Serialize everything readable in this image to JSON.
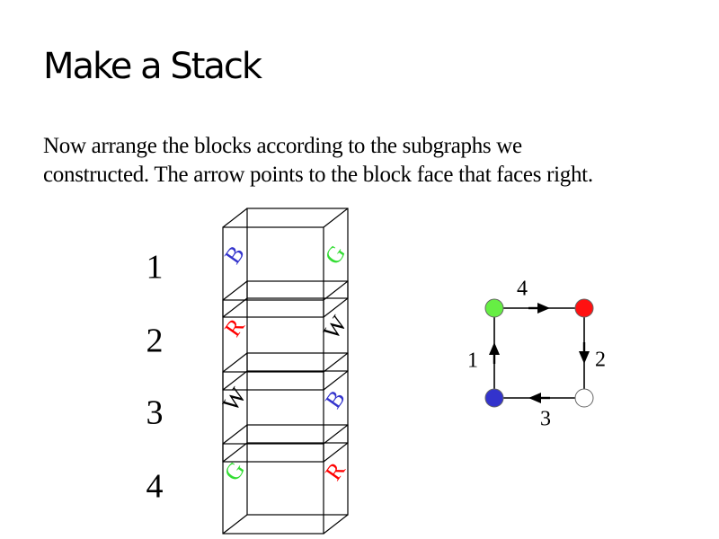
{
  "slide": {
    "title": "Make a Stack",
    "body_lines": [
      "Now arrange the blocks according to the subgraphs we",
      "constructed.  The arrow points to the block face that faces right."
    ]
  },
  "stack": {
    "row_numbers": [
      "1",
      "2",
      "3",
      "4"
    ],
    "blocks": [
      {
        "left_face": {
          "letter": "B",
          "color": "#3333cc"
        },
        "right_face": {
          "letter": "G",
          "color": "#33dd33"
        }
      },
      {
        "left_face": {
          "letter": "R",
          "color": "#ff0000"
        },
        "right_face": {
          "letter": "W",
          "color": "#000000"
        }
      },
      {
        "left_face": {
          "letter": "W",
          "color": "#000000"
        },
        "right_face": {
          "letter": "B",
          "color": "#3333cc"
        }
      },
      {
        "left_face": {
          "letter": "G",
          "color": "#33dd33"
        },
        "right_face": {
          "letter": "R",
          "color": "#ff0000"
        }
      }
    ]
  },
  "graph": {
    "nodes": [
      {
        "id": "green",
        "color": "#66ee44"
      },
      {
        "id": "red",
        "color": "#ff1111"
      },
      {
        "id": "white",
        "color": "#ffffff"
      },
      {
        "id": "blue",
        "color": "#3333cc"
      }
    ],
    "edges": [
      {
        "label": "4",
        "from": "green",
        "to": "red"
      },
      {
        "label": "2",
        "from": "red",
        "to": "white"
      },
      {
        "label": "3",
        "from": "white",
        "to": "blue"
      },
      {
        "label": "1",
        "from": "blue",
        "to": "green"
      }
    ]
  }
}
